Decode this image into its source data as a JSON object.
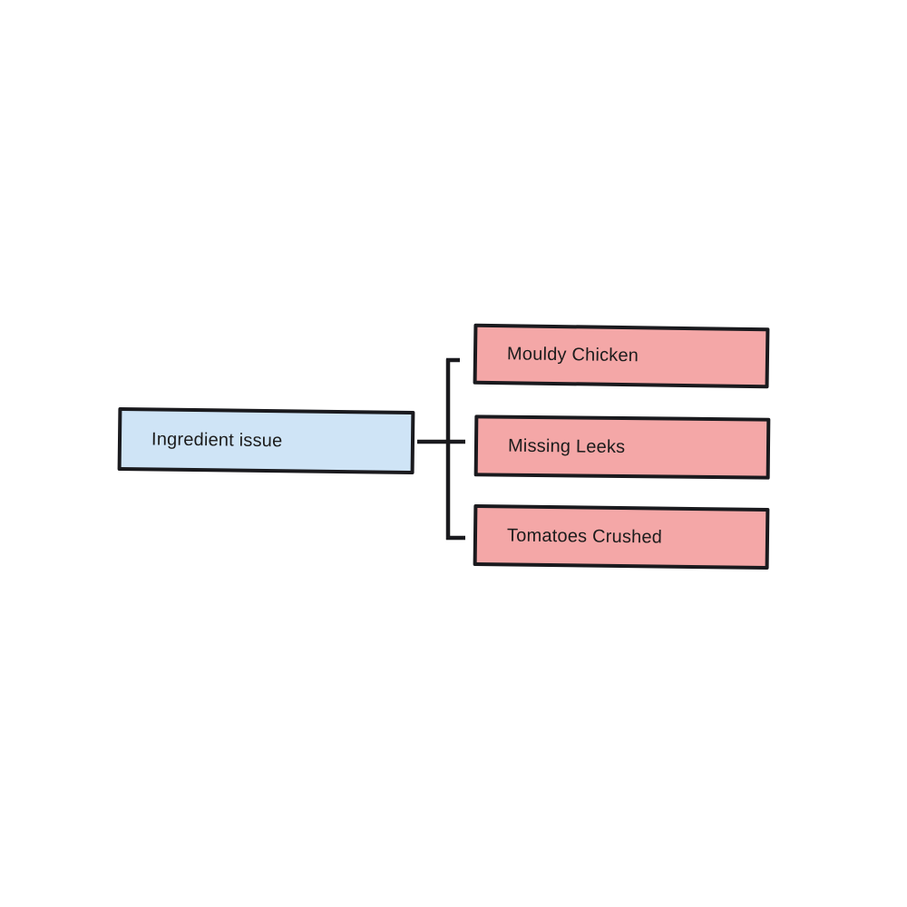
{
  "diagram": {
    "root": {
      "label": "Ingredient issue"
    },
    "children": [
      {
        "label": "Mouldy Chicken"
      },
      {
        "label": "Missing Leeks"
      },
      {
        "label": "Tomatoes Crushed"
      }
    ]
  },
  "colors": {
    "background": "#ffffff",
    "root_fill": "#cfe4f6",
    "child_fill": "#f4a7a7",
    "stroke": "#1a1a1e",
    "text": "#1c1c1c"
  }
}
